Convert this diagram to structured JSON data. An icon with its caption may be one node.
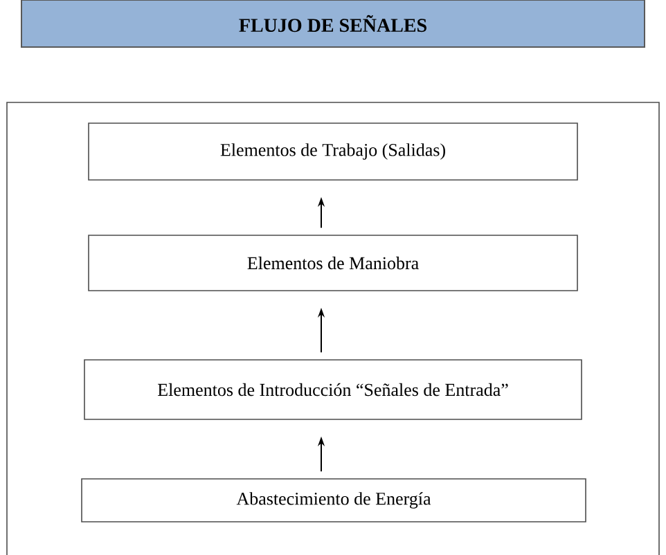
{
  "diagram": {
    "title": "FLUJO DE SEÑALES",
    "nodes": [
      {
        "text": [],
        "shape": "box"
      },
      {
        "text": [
          "Elementos de Trabajo (Salidas)"
        ],
        "in": 0
      },
      {
        "text": [
          "Elementos de Maniobra"
        ],
        "in": 0
      },
      {
        "text": [
          "Elementos de Introducción “Señales de Entrada”"
        ],
        "in": 0
      },
      {
        "text": [
          "Abastecimiento de Energía"
        ],
        "in": 0
      }
    ],
    "edges": [
      {
        "from": 4,
        "to": 3,
        "arrow": "to"
      },
      {
        "from": 3,
        "to": 2,
        "arrow": "to"
      },
      {
        "from": 2,
        "to": 1,
        "arrow": "to"
      }
    ]
  }
}
